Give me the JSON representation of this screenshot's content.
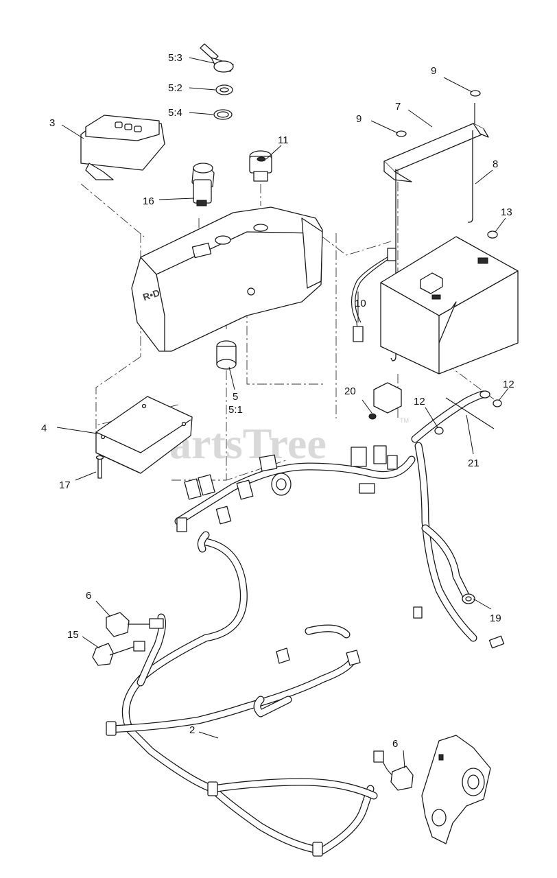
{
  "watermark": {
    "text": "PartsTree",
    "tm": "TM"
  },
  "callouts": [
    {
      "id": "5-3",
      "label": "5:3"
    },
    {
      "id": "5-2",
      "label": "5:2"
    },
    {
      "id": "5-4",
      "label": "5:4"
    },
    {
      "id": "3",
      "label": "3"
    },
    {
      "id": "16",
      "label": "16"
    },
    {
      "id": "11",
      "label": "11"
    },
    {
      "id": "9a",
      "label": "9"
    },
    {
      "id": "9b",
      "label": "9"
    },
    {
      "id": "7",
      "label": "7"
    },
    {
      "id": "8",
      "label": "8"
    },
    {
      "id": "13",
      "label": "13"
    },
    {
      "id": "10",
      "label": "10"
    },
    {
      "id": "5",
      "label": "5"
    },
    {
      "id": "5-1",
      "label": "5:1"
    },
    {
      "id": "20",
      "label": "20"
    },
    {
      "id": "12a",
      "label": "12"
    },
    {
      "id": "12b",
      "label": "12"
    },
    {
      "id": "21",
      "label": "21"
    },
    {
      "id": "4",
      "label": "4"
    },
    {
      "id": "17",
      "label": "17"
    },
    {
      "id": "6a",
      "label": "6"
    },
    {
      "id": "15",
      "label": "15"
    },
    {
      "id": "19",
      "label": "19"
    },
    {
      "id": "2",
      "label": "2"
    },
    {
      "id": "6b",
      "label": "6"
    }
  ]
}
